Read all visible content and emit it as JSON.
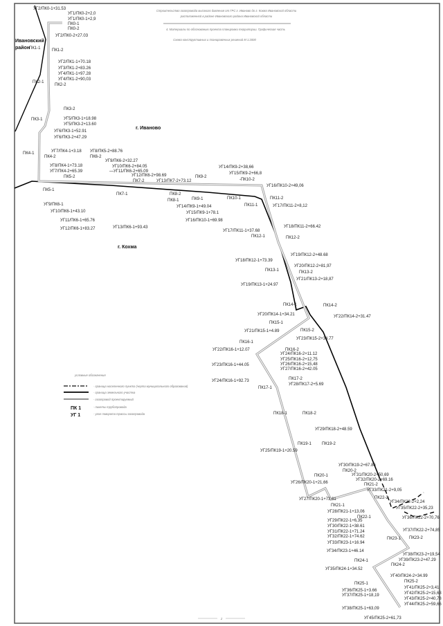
{
  "header": {
    "line1": "Строительство газопровода высокого давления от ГРС г. Иваново до г. Кохма Ивановской области",
    "line2": "расположенной в районе Ивановского района Ивановской области",
    "line3": "4. Материалы по обоснованию проекта планировки территории. Графическая часть",
    "line4": "Схема конструктивных и планировочных решений  М 1:2000"
  },
  "places": {
    "district_1": "Ивановский",
    "district_2": "район",
    "city_ivanovo": "г. Иваново",
    "city_kokhma": "г. Кохма"
  },
  "legend": {
    "title": "условные обозначения",
    "items": [
      "- граница населенного пункта (черта муниципального образования)",
      "- граница земельного участка",
      "- газопровод проектируемый",
      "- пикеты трубопровода",
      "- угол поворота трассы газопровода"
    ],
    "sample_pk": "ПК 1",
    "sample_ug": "УГ 1"
  },
  "labels": [
    "УГ2/ПК0-1+31.53",
    "УГ1/ПК0-2+2,0",
    "УГ1/ПК0-1+2,9",
    "ПК0-1",
    "ПК0-2",
    "УГ2/ПК0-2+27.03",
    "ПК1-1",
    "ПК1-2",
    "УГ2/ПК1-1+70.18",
    "УГ3/ПК1-2+83.26",
    "УГ4/ПК1-1+97.28",
    "УГ4/ПК1-2+90,03",
    "ПК2-1",
    "ПК2-2",
    "ПК3-2",
    "ПК3-1",
    "УГ5/ПК3-1+18.98",
    "УГ5/ПК3-2+13.60",
    "УГ6/ПК3-1+52.91",
    "УГ6/ПК3-2+47.29",
    "ПК4-1",
    "УГ7/ПК4-1+3.18",
    "ПК4-2",
    "УГ8/ПК5-2+88.76",
    "ПК6-2",
    "УГ9/ПК6-2+32.27",
    "УГ10/ПК6-2+84.05",
    "—УГ11/ПК6-2+65.09",
    "УГ12/ПК6-2+98.69",
    "ПК7-2",
    "УГ13/ПК7-2+73.12",
    "УГ8/ПК4-1+73.18",
    "УГ7/ПК4-2+65.39",
    "ПК5-2",
    "ПК5-1",
    "ПК7-1",
    "ПК8-2",
    "ПК8-1",
    "УГ9/ПК6-1",
    "УГ10/ПК6-1+43.10",
    "УГ11/ПК6-1+65.76",
    "УГ12/ПК6-1+83.27",
    "УГ13/ПК6-1+93.43",
    "УГ14/ПК9-2+38,66",
    "УГ15/ПК9-2+66,8",
    "ПК9-2",
    "-ПК10-2",
    "УГ16/ПК10-2+49,06",
    "ПК9-1",
    "ПК10-1",
    "ПК11-1",
    "ПК11-2",
    "УГ17/ПК11-2+8,12",
    "УГ14/ПК9-1+49.04",
    "УГ15/ПК9-1+78.1",
    "УГ16/ПК10-1+69.98",
    "УГ17/ПК11-1+37.68",
    "ПК12-1",
    "УГ18/ПК11-2+66.42",
    "ПК12-2",
    "УГ19/ПК12-2+48.68",
    "УГ18/ПК12-1+73.39",
    "УГ20/ПК12-2+81,97",
    "ПК13-1",
    "ПК13-2",
    "УГ21/ПК13-2+18,87",
    "УГ19/ПК13-1+24.97",
    "ПК14-1",
    "ПК14-2",
    "УГ20/ПК14-1+34.21",
    "УГ22/ПК14-2+31.47",
    "ПК15-1",
    "УГ21/ПК15-1+4.89",
    "ПК15-2",
    "УГ23/ПК15-2+34.77",
    "ПК16-1",
    "ПК16-2",
    "УГ22/ПК16-1+12.07",
    "УГ24/ПК16-2+11.12",
    "УГ25/ПК16-2+12,75",
    "УГ26/ПК16-2+15,48",
    "УГ27/ПК16-2+42.05",
    "УГ23/ПК16-1+44.05",
    "УГ24/ПК16-1+92.73",
    "ПК17-2",
    "УГ28/ПК17-2+5.69",
    "ПК17-1",
    "ПК18-1",
    "ПК18-2",
    "УГ29/ПК18-2+48.59",
    "ПК19-1",
    "ПК19-2",
    "УГ25/ПК19-1+20.59",
    "УГ30/ПК19-2+67.86",
    "ПК20-2",
    "ПК20-1",
    "УГ31/ПК20-2+50,69",
    "УГ26/ПК20-1+21,66",
    "УГ32/ПК20-2+69.16",
    "ПК21-2",
    "УГ33/ПК21-2+9,05",
    "ПК22-2",
    "УГ27/ПК20-1+73.61",
    "УГ34/ПК22-2+2,24",
    "УГ35/ПК22-2+35,23",
    "ПК21-1",
    "УГ28/ПК21-1+13,06",
    "ПК22-1",
    "УГ36/ПК22-2+70,76",
    "УГ29/ПК22-1+6,35",
    "УГ30/ПК22-1+38.61",
    "УГ31/ПК22-1+71.24",
    "УГ32/ПК22-1+74.62",
    "УГ37/ПК22-2+74,85",
    "ПК23-1",
    "ПК23-2",
    "УГ33/ПК23-1+16.94",
    "УГ34/ПК23-1+46.14",
    "УГ38/ПК23-2+19,54",
    "УГ39/ПК23-2+47.29",
    "ПК24-1",
    "ПК24-2",
    "УГ35/ПК24-1+34.52",
    "УГ40/ПК24-2+34.99",
    "ПК25-1",
    "ПК25-2",
    "УГ41/ПК25-2+3,41",
    "УГ36/ПК25-1+3.66",
    "УГ42/ПК25-2+15,63",
    "УГ37/ПК25-1+18,19",
    "УГ43/ПК25-2+40,78",
    "УГ44/ПК25-2+59,66",
    "УГ38/ПК25-1+63,09",
    "УГ45/ПК25-2+61,73"
  ],
  "footer": {
    "page": "2"
  },
  "colors": {
    "boundary": "#000000",
    "pipeline": "#9a9a9a",
    "frame": "#555555"
  }
}
